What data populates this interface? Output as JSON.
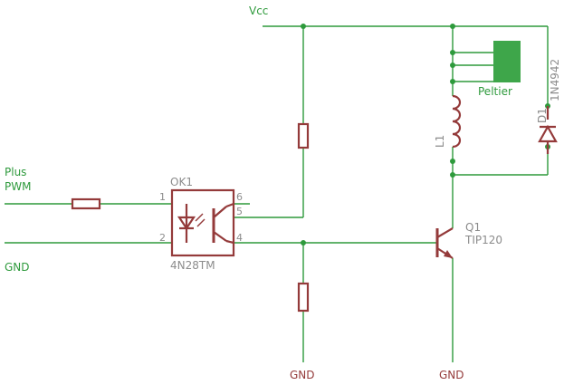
{
  "nets": {
    "vcc": "Vcc",
    "input_line1": "Plus",
    "input_line2": "PWM",
    "gnd_left": "GND",
    "gnd_mid": "GND",
    "gnd_right": "GND"
  },
  "optocoupler": {
    "ref": "OK1",
    "value": "4N28TM",
    "pins": [
      "1",
      "2",
      "6",
      "5",
      "4"
    ]
  },
  "transistor": {
    "ref": "Q1",
    "value": "TIP120"
  },
  "inductor": {
    "ref": "L1"
  },
  "diode": {
    "ref": "D1",
    "value": "1N4942"
  },
  "load": {
    "name": "Peltier"
  },
  "colors": {
    "wire": "#2e9a3c",
    "part": "#943a3a",
    "label_gray": "#8c8c8c"
  }
}
